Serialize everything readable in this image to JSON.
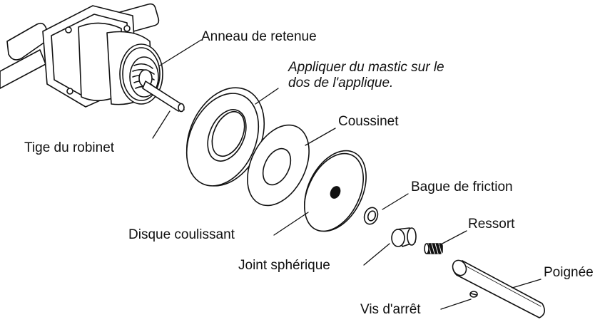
{
  "diagram": {
    "labels": {
      "retaining_ring": "Anneau de retenue",
      "note_line1": "Appliquer du mastic sur le",
      "note_line2": "dos de l'applique.",
      "cushion": "Coussinet",
      "valve_stem": "Tige du robinet",
      "friction_ring": "Bague de friction",
      "sliding_disc": "Disque coulissant",
      "spring": "Ressort",
      "ball_joint": "Joint sphérique",
      "handle": "Poignée",
      "set_screw": "Vis d'arrêt"
    },
    "colors": {
      "line": "#111111",
      "fill": "#ffffff",
      "hatch": "#444444"
    }
  }
}
